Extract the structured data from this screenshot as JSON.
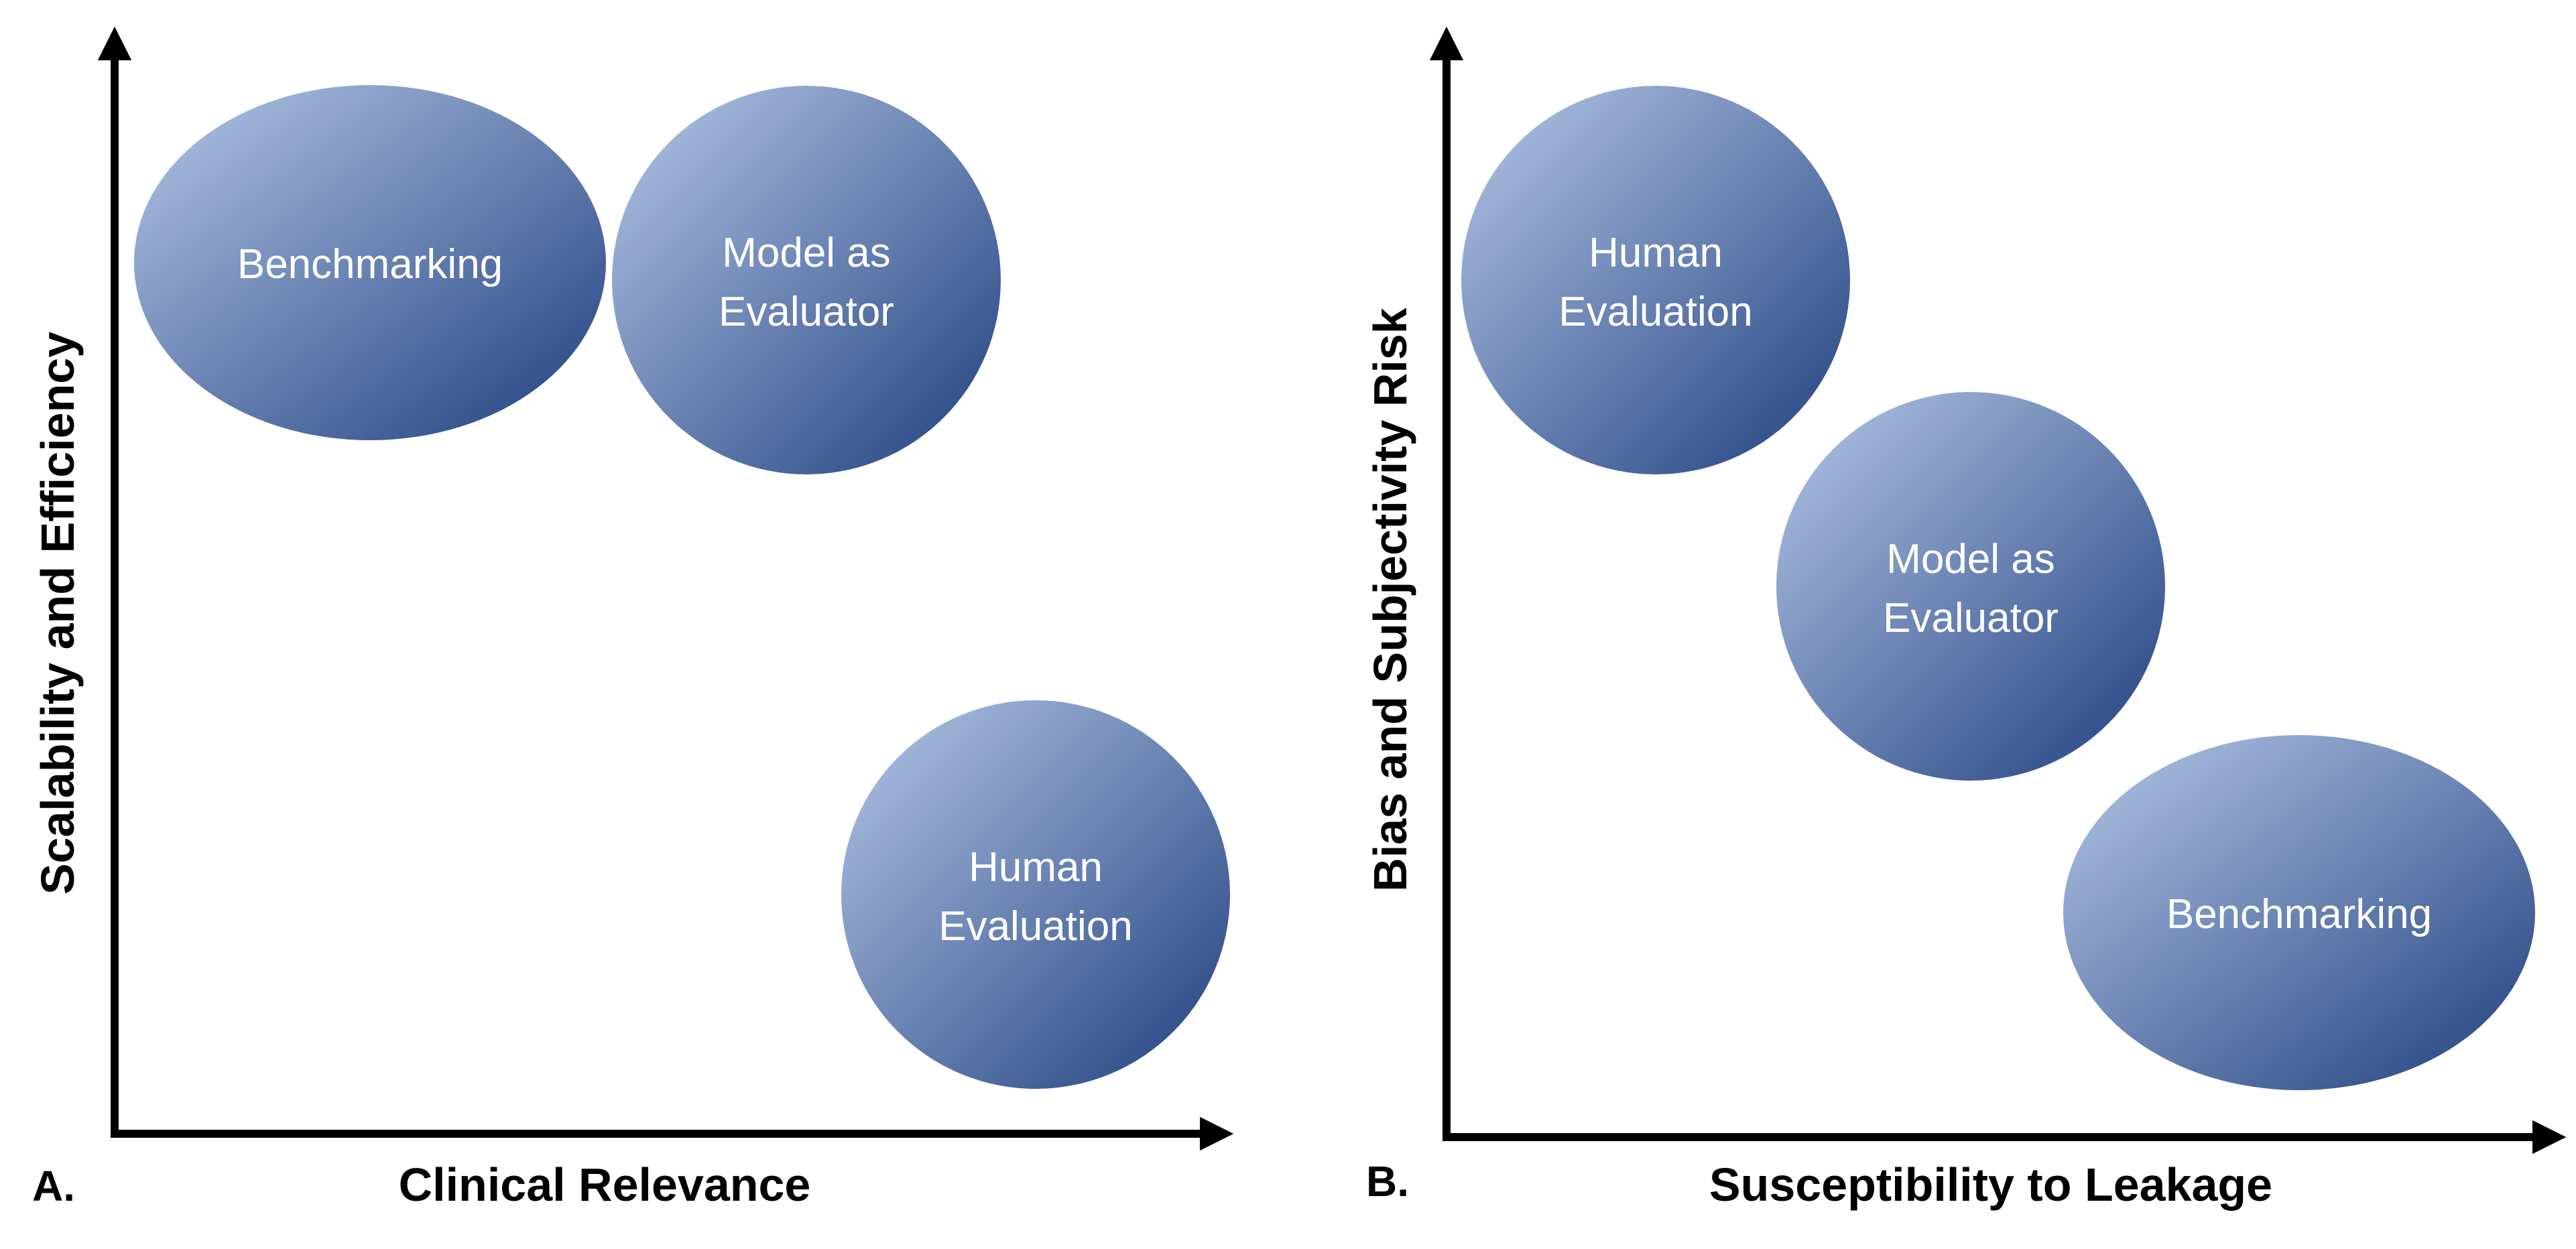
{
  "panels": {
    "a": {
      "letter": "A.",
      "x_axis_label": "Clinical Relevance",
      "y_axis_label": "Scalability and Efficiency",
      "bubbles": {
        "benchmarking": {
          "line1": "Benchmarking",
          "line2": ""
        },
        "model_as_evaluator": {
          "line1": "Model as",
          "line2": "Evaluator"
        },
        "human_evaluation": {
          "line1": "Human",
          "line2": "Evaluation"
        }
      }
    },
    "b": {
      "letter": "B.",
      "x_axis_label": "Susceptibility to Leakage",
      "y_axis_label": "Bias and Subjectivity Risk",
      "bubbles": {
        "human_evaluation": {
          "line1": "Human",
          "line2": "Evaluation"
        },
        "model_as_evaluator": {
          "line1": "Model as",
          "line2": "Evaluator"
        },
        "benchmarking": {
          "line1": "Benchmarking",
          "line2": ""
        }
      }
    }
  },
  "colors": {
    "bubble_light": "#b4c7e7",
    "bubble_dark": "#203f7e",
    "bubble_text": "#ffffff",
    "axis": "#000000"
  }
}
